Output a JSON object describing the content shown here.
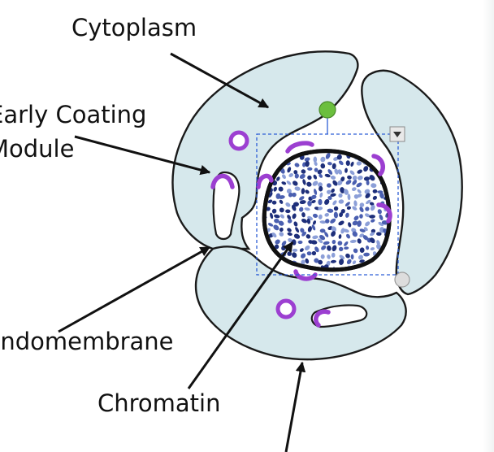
{
  "labels": {
    "cytoplasm": "Cytoplasm",
    "early_coating_line1": "Early Coating",
    "early_coating_line2": "Module",
    "endomembrane": "Endomembrane",
    "chromatin": "Chromatin"
  },
  "colors": {
    "cytoplasm_fill": "#d6e8ec",
    "outline": "#1a1a1a",
    "coating_module": "#9c3fd1",
    "chromatin_dark": "#1e2f7a",
    "chromatin_light": "#8c9fd8",
    "selection_box": "#2e5fd6",
    "rotate_handle": "#6bbf3e"
  },
  "icons": {
    "selection_menu": "dropdown-arrow-icon",
    "rotate_handle": "green-circle-handle-icon",
    "resize_handle": "grey-circle-handle-icon"
  }
}
